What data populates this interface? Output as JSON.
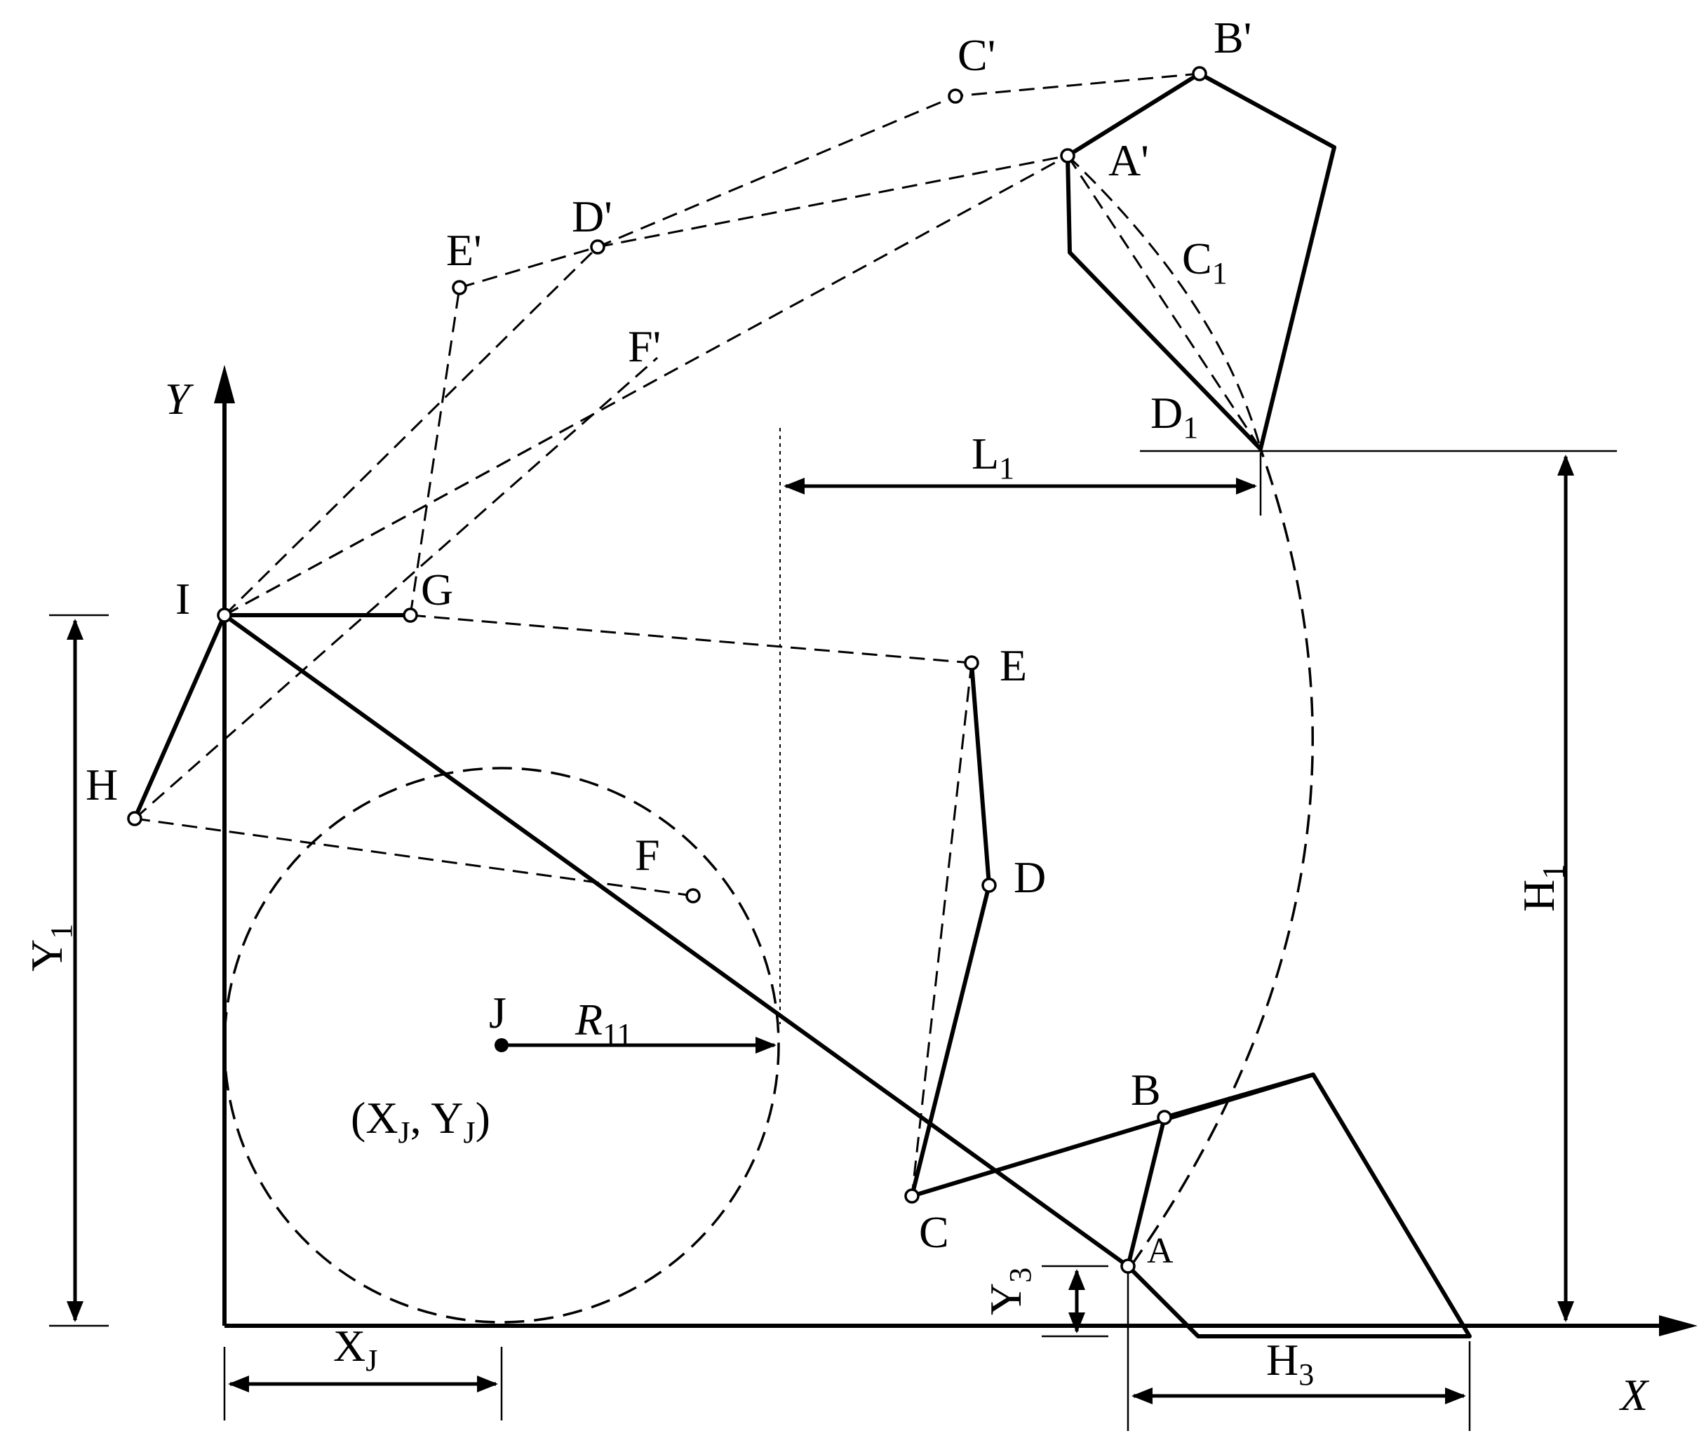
{
  "labels": {
    "A": "A",
    "B": "B",
    "C": "C",
    "D": "D",
    "E": "E",
    "F": "F",
    "G": "G",
    "H": "H",
    "I": "I",
    "J": "J",
    "A_prime": "A'",
    "B_prime": "B'",
    "C_prime": "C'",
    "D_prime": "D'",
    "E_prime": "E'",
    "F_prime": "F'",
    "C1_base": "C",
    "C1_sub": "1",
    "D1_base": "D",
    "D1_sub": "1",
    "L1_base": "L",
    "L1_sub": "1",
    "H1_base": "H",
    "H1_sub": "1",
    "H3_base": "H",
    "H3_sub": "3",
    "Y1_base": "Y",
    "Y1_sub": "1",
    "Y3_base": "Y",
    "Y3_sub": "3",
    "XJ_base": "X",
    "XJ_sub": "J",
    "R11_base": "R",
    "R11_sub": "11",
    "coord_open": "(X",
    "coord_sub1": "J",
    "coord_mid": ", Y",
    "coord_sub2": "J",
    "coord_close": ")",
    "axis_x": "X",
    "axis_y": "Y"
  }
}
